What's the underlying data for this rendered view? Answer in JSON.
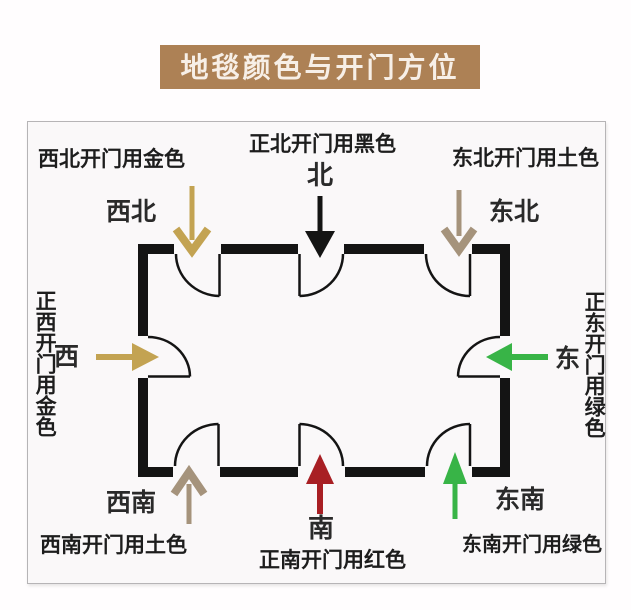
{
  "title": "地毯颜色与开门方位",
  "colors": {
    "banner": "#ad8155",
    "gold": "#c3a352",
    "earth": "#a5937c",
    "green": "#38b447",
    "red": "#a81f24",
    "black": "#141414"
  },
  "labels": {
    "northwest": {
      "instruction": "西北开门用金色",
      "direction": "西北"
    },
    "north": {
      "instruction": "正北开门用黑色",
      "direction": "北"
    },
    "northeast": {
      "instruction": "东北开门用土色",
      "direction": "东北"
    },
    "west": {
      "instruction": "正西开门用金色",
      "direction": "西"
    },
    "east": {
      "instruction": "正东开门用绿色",
      "direction": "东"
    },
    "southwest": {
      "instruction": "西南开门用土色",
      "direction": "西南"
    },
    "south": {
      "instruction": "正南开门用红色",
      "direction": "南"
    },
    "southeast": {
      "instruction": "东南开门用绿色",
      "direction": "东南"
    }
  }
}
